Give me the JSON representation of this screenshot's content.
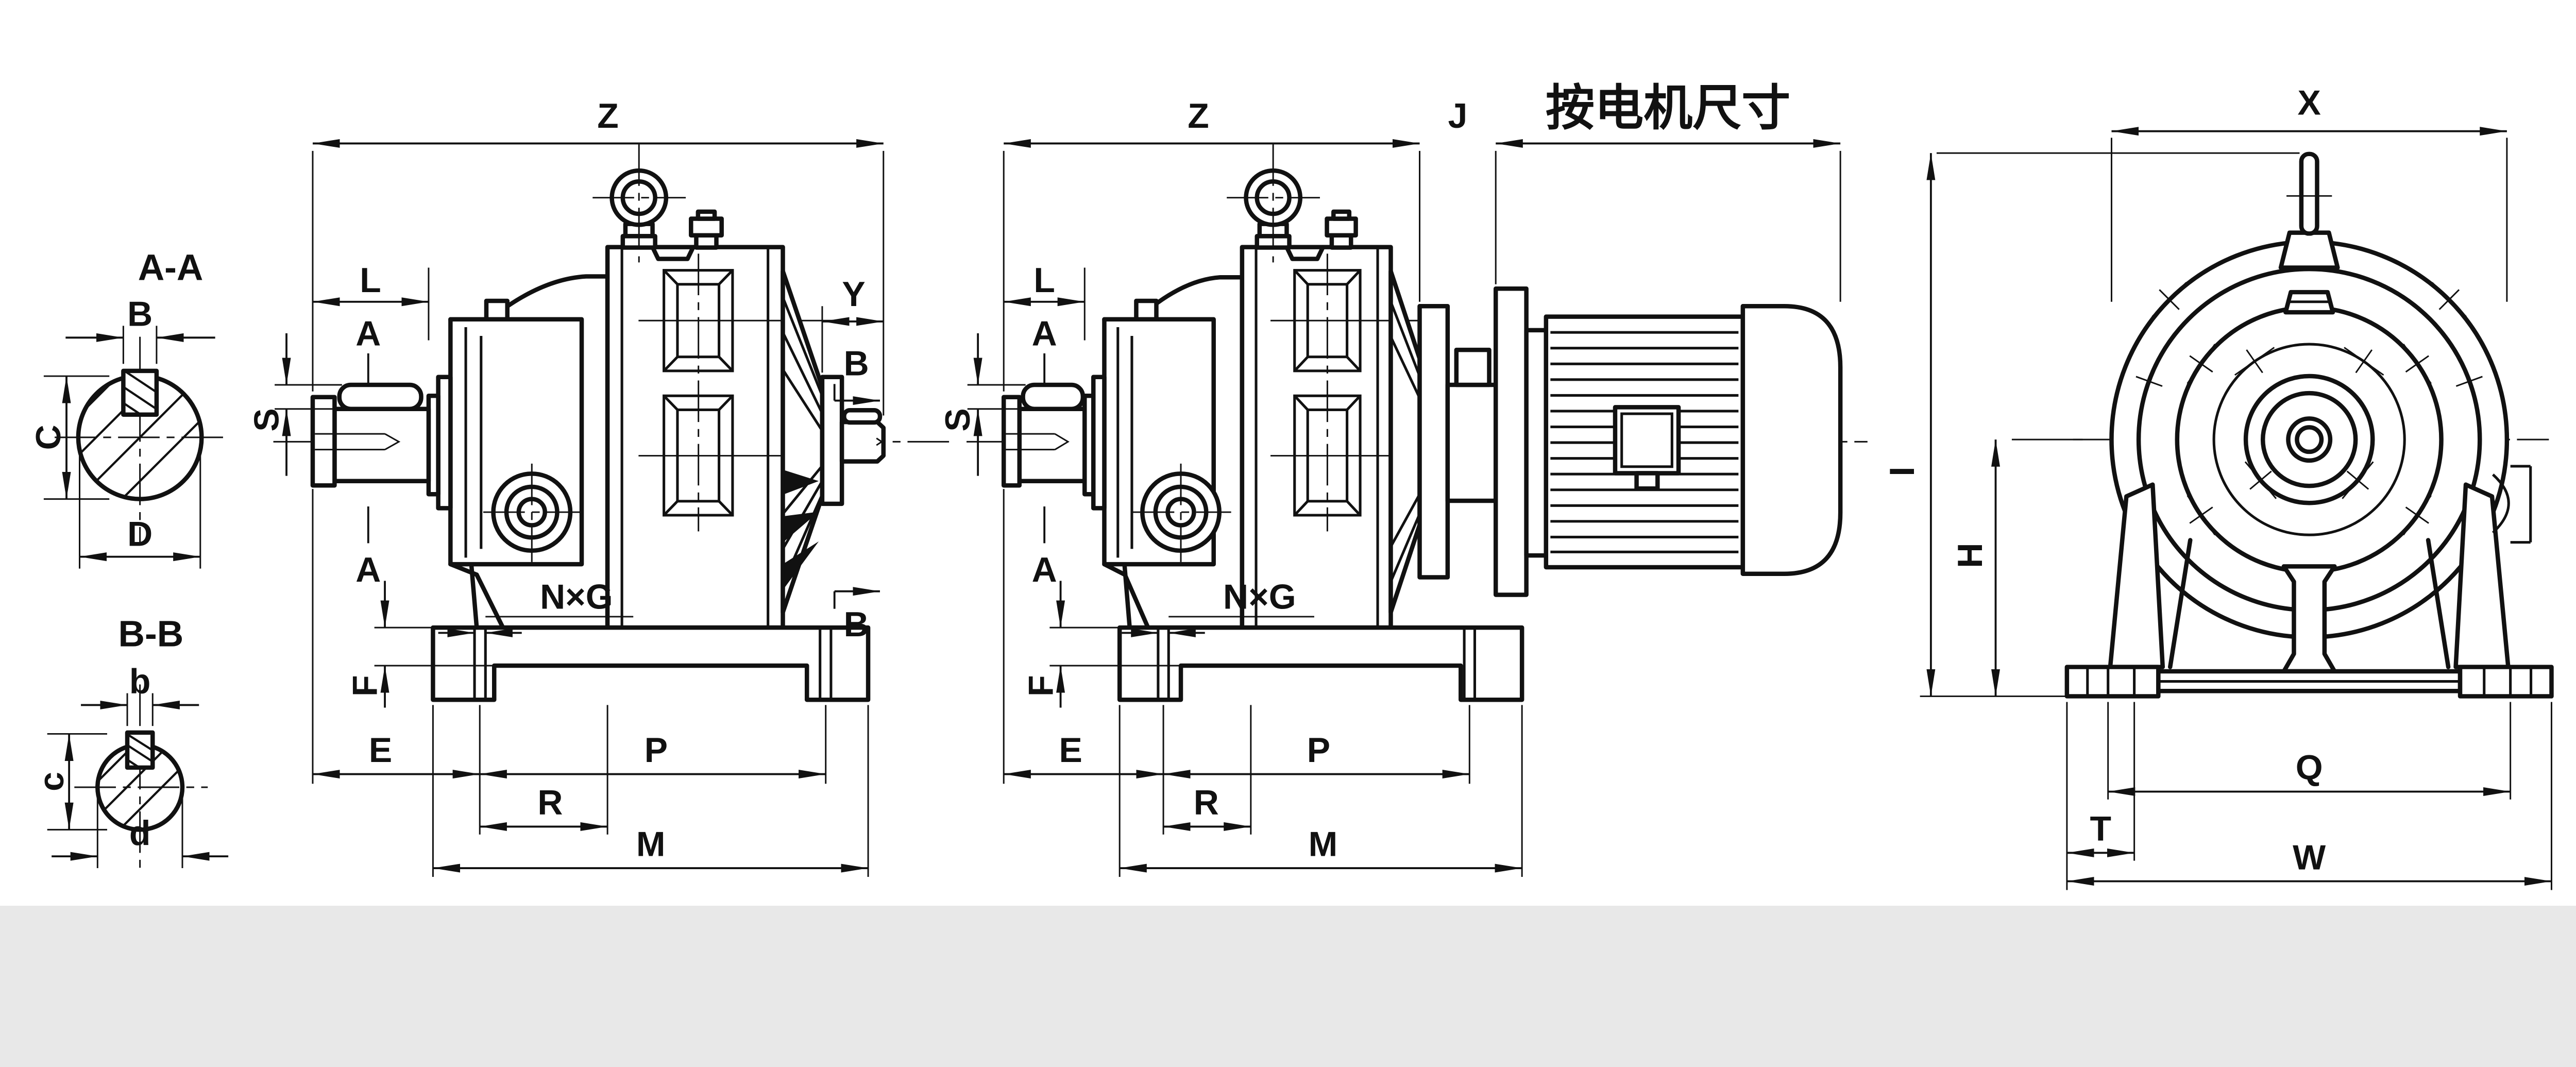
{
  "colors": {
    "ink": "#111111",
    "paper": "#ffffff"
  },
  "section_aa": {
    "title": "A-A",
    "b": "B",
    "c": "C",
    "d": "D"
  },
  "section_bb": {
    "title": "B-B",
    "b": "b",
    "c": "c",
    "d": "d"
  },
  "reducer_view": {
    "z": "Z",
    "l": "L",
    "a": "A",
    "y": "Y",
    "b": "B",
    "s": "S",
    "nxg": "N×G",
    "f": "F",
    "e": "E",
    "p": "P",
    "r": "R",
    "m": "M"
  },
  "motor_view": {
    "z": "Z",
    "j": "J",
    "per_motor": "按电机尺寸",
    "l": "L",
    "a": "A",
    "s": "S",
    "nxg": "N×G",
    "f": "F",
    "e": "E",
    "p": "P",
    "r": "R",
    "m": "M"
  },
  "front_view": {
    "x": "X",
    "i": "I",
    "h": "H",
    "q": "Q",
    "t": "T",
    "w": "W"
  }
}
